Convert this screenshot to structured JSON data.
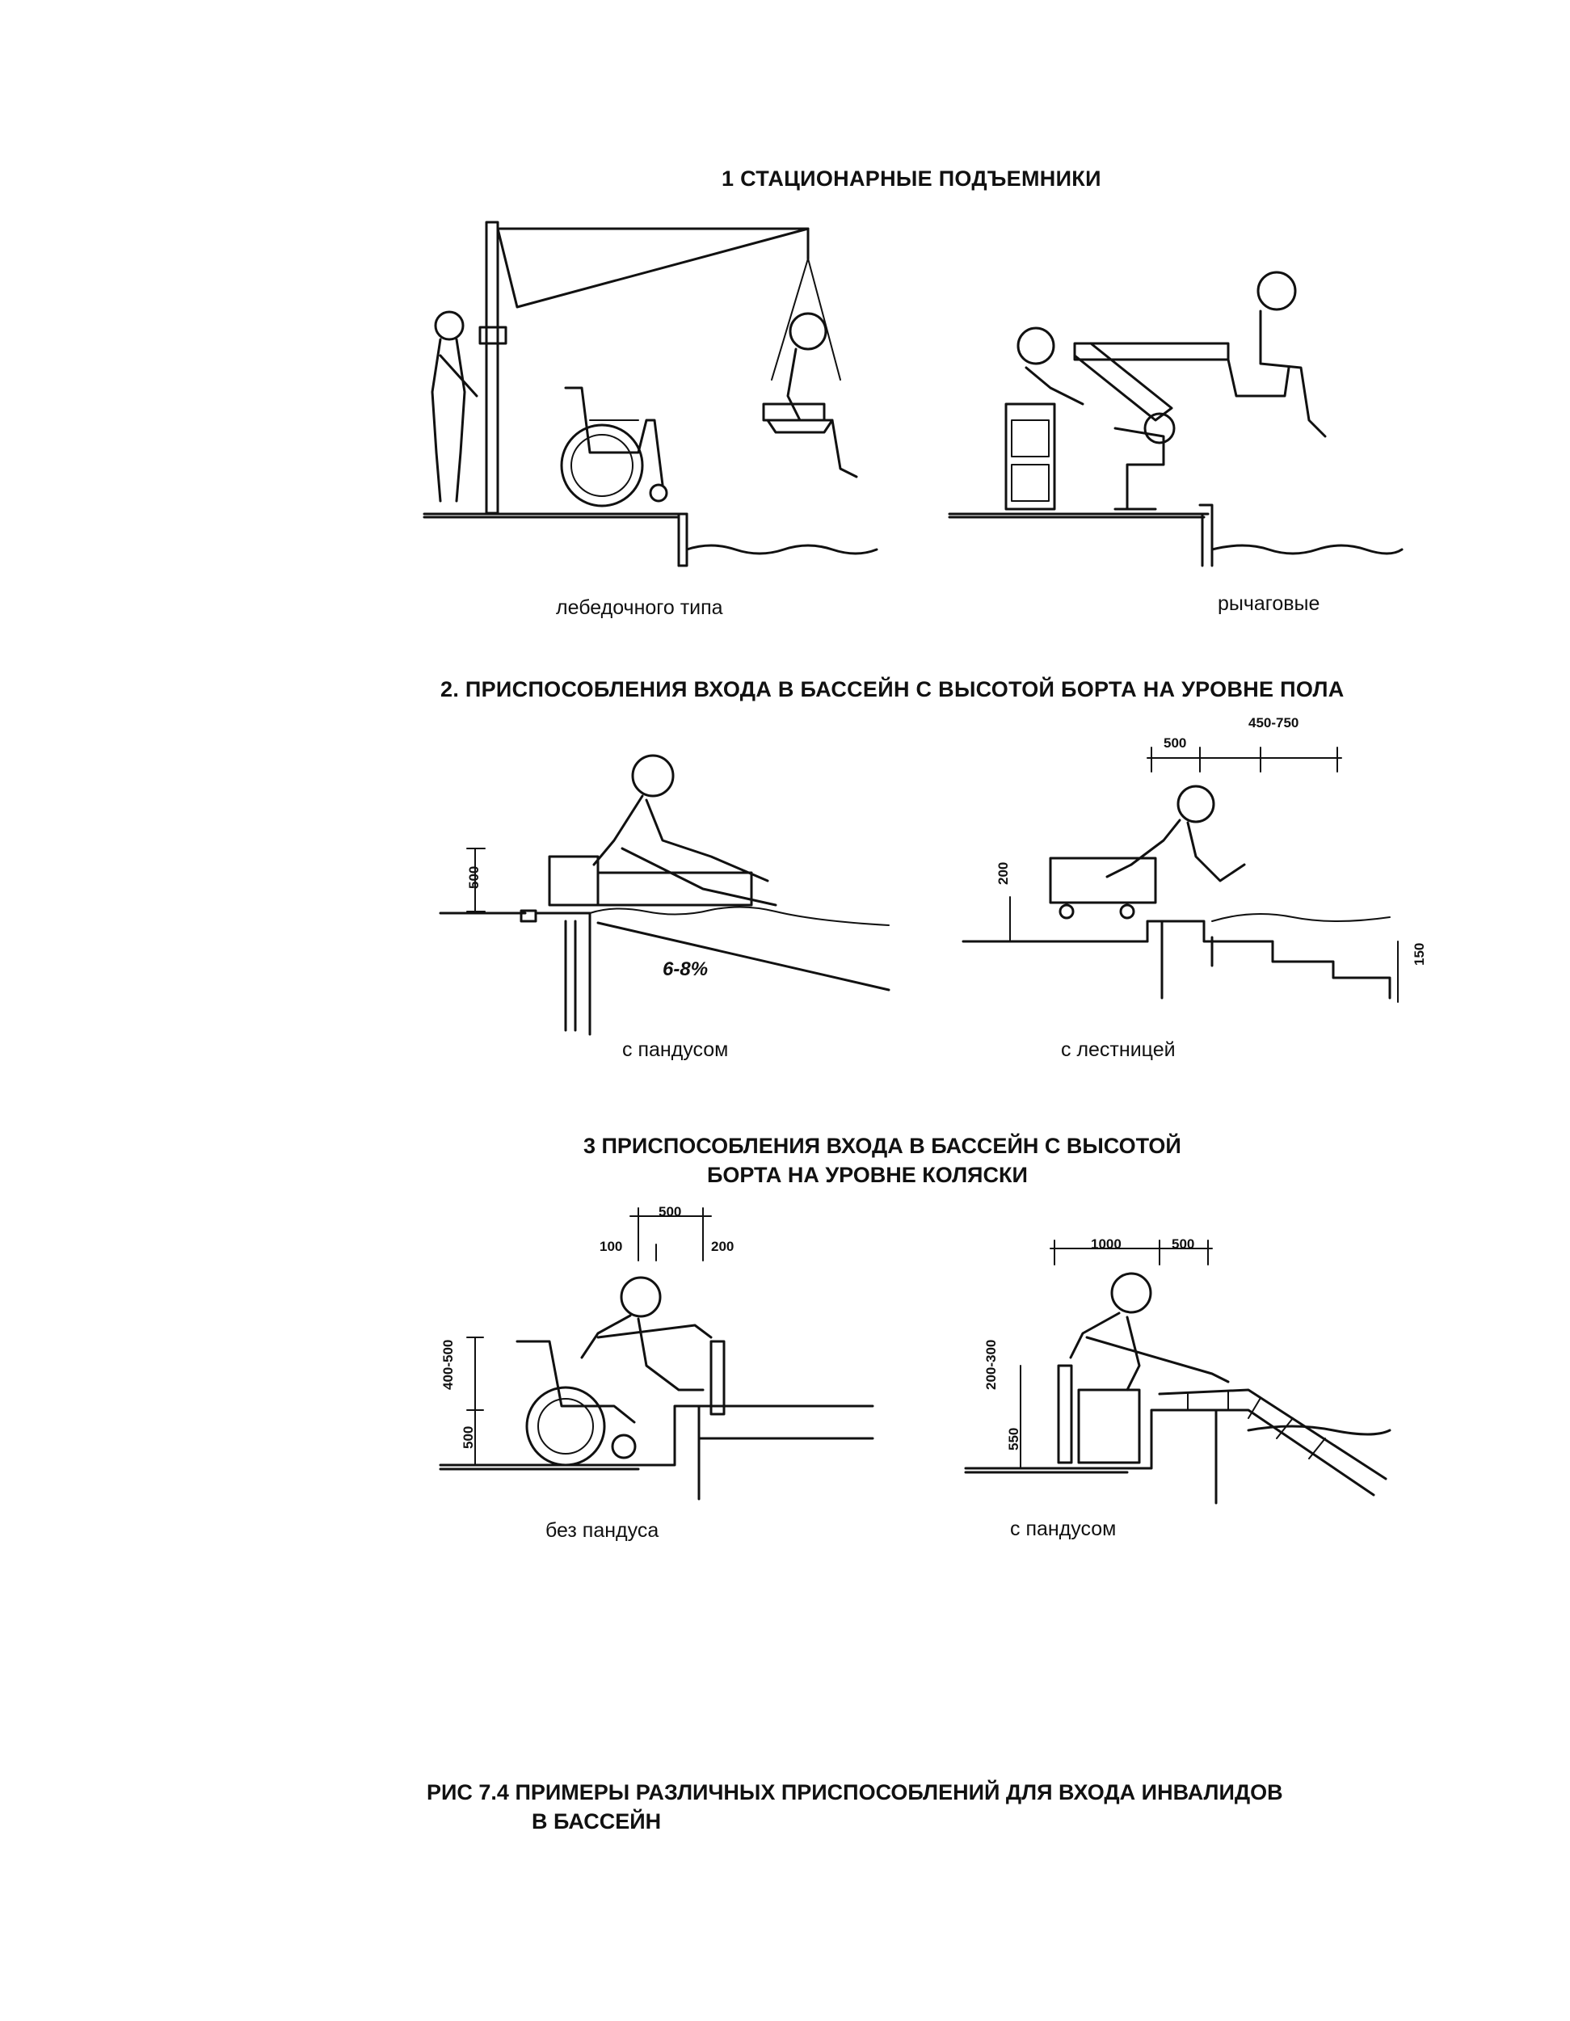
{
  "section1": {
    "title": "1  СТАЦИОНАРНЫЕ ПОДЪЕМНИКИ",
    "caption_left": "лебедочного типа",
    "caption_right": "рычаговые"
  },
  "section2": {
    "title": "2. ПРИСПОСОБЛЕНИЯ ВХОДА В БАССЕЙН С ВЫСОТОЙ БОРТА НА УРОВНЕ ПОЛА",
    "caption_left": "с пандусом",
    "caption_right": "с лестницей",
    "dims": {
      "left_height": "500",
      "slope": "6-8%",
      "step_top_a": "500",
      "step_top_b": "450-750",
      "step_left": "200",
      "step_right": "150"
    }
  },
  "section3": {
    "title_line1": "3  ПРИСПОСОБЛЕНИЯ ВХОДА В БАССЕЙН С ВЫСОТОЙ",
    "title_line2": "БОРТА НА УРОВНЕ КОЛЯСКИ",
    "caption_left": "без пандуса",
    "caption_right": "с пандусом",
    "dims": {
      "top_500": "500",
      "top_100": "100",
      "top_200": "200",
      "left_400_500": "400-500",
      "left_500": "500",
      "r_1000": "1000",
      "r_500": "500",
      "r_200_300": "200-300",
      "r_550": "550"
    }
  },
  "figure": {
    "title_line1": "РИС 7.4  ПРИМЕРЫ РАЗЛИЧНЫХ ПРИСПОСОБЛЕНИЙ ДЛЯ ВХОДА ИНВАЛИДОВ",
    "title_line2": "В БАССЕЙН"
  }
}
